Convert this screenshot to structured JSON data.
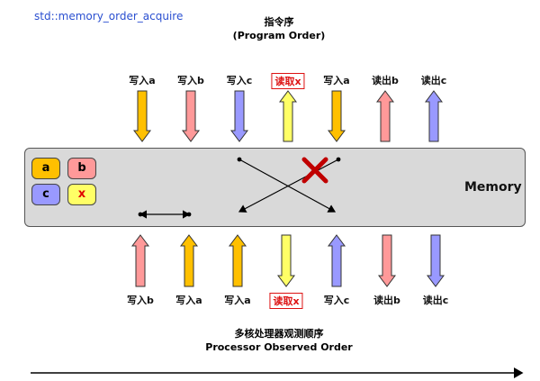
{
  "title": "std::memory_order_acquire",
  "program_order": {
    "zh": "指令序",
    "en": "(Program Order)"
  },
  "observed_order": {
    "zh": "多核处理器观测顺序",
    "en": "Processor Observed Order"
  },
  "memory_label": "Memory",
  "cells": [
    {
      "label": "a",
      "color": "#ffc000"
    },
    {
      "label": "b",
      "color": "#ff9999"
    },
    {
      "label": "c",
      "color": "#9999ff"
    },
    {
      "label": "x",
      "color": "#ffff66",
      "text_color": "#e00000"
    }
  ],
  "top_ops": [
    {
      "label": "写入a",
      "color": "#ffc000",
      "dir": "down",
      "boxed": false
    },
    {
      "label": "写入b",
      "color": "#ff9999",
      "dir": "down",
      "boxed": false
    },
    {
      "label": "写入c",
      "color": "#9999ff",
      "dir": "down",
      "boxed": false
    },
    {
      "label": "读取x",
      "color": "#ffff66",
      "dir": "up",
      "boxed": true
    },
    {
      "label": "写入a",
      "color": "#ffc000",
      "dir": "down",
      "boxed": false
    },
    {
      "label": "读出b",
      "color": "#ff9999",
      "dir": "up",
      "boxed": false
    },
    {
      "label": "读出c",
      "color": "#9999ff",
      "dir": "up",
      "boxed": false
    }
  ],
  "bottom_ops": [
    {
      "label": "写入b",
      "color": "#ff9999",
      "dir": "up",
      "boxed": false
    },
    {
      "label": "写入a",
      "color": "#ffc000",
      "dir": "up",
      "boxed": false
    },
    {
      "label": "写入a",
      "color": "#ffc000",
      "dir": "up",
      "boxed": false
    },
    {
      "label": "读取x",
      "color": "#ffff66",
      "dir": "down",
      "boxed": true
    },
    {
      "label": "写入c",
      "color": "#9999ff",
      "dir": "up",
      "boxed": false
    },
    {
      "label": "读出b",
      "color": "#ff9999",
      "dir": "down",
      "boxed": false
    },
    {
      "label": "读出c",
      "color": "#9999ff",
      "dir": "down",
      "boxed": false
    }
  ],
  "colors": {
    "cross_mark": "#c00000",
    "line": "#000000"
  }
}
